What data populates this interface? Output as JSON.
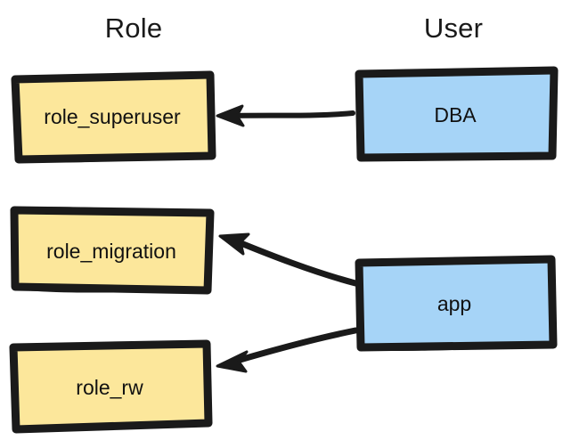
{
  "diagram": {
    "title_columns": {
      "role": "Role",
      "user": "User"
    },
    "colors": {
      "role_fill": "#FCE79B",
      "user_fill": "#A6D4F7",
      "stroke": "#1a1a1a",
      "background": "#ffffff",
      "text": "#111111"
    },
    "nodes": [
      {
        "id": "role_superuser",
        "label": "role_superuser",
        "column": "Role",
        "fill": "#FCE79B"
      },
      {
        "id": "role_migration",
        "label": "role_migration",
        "column": "Role",
        "fill": "#FCE79B"
      },
      {
        "id": "role_rw",
        "label": "role_rw",
        "column": "Role",
        "fill": "#FCE79B"
      },
      {
        "id": "dba",
        "label": "DBA",
        "column": "User",
        "fill": "#A6D4F7"
      },
      {
        "id": "app",
        "label": "app",
        "column": "User",
        "fill": "#A6D4F7"
      }
    ],
    "edges": [
      {
        "from": "dba",
        "to": "role_superuser",
        "style": "solid",
        "arrow": "to"
      },
      {
        "from": "app",
        "to": "role_migration",
        "style": "solid",
        "arrow": "to"
      },
      {
        "from": "app",
        "to": "role_rw",
        "style": "solid",
        "arrow": "to"
      }
    ]
  }
}
